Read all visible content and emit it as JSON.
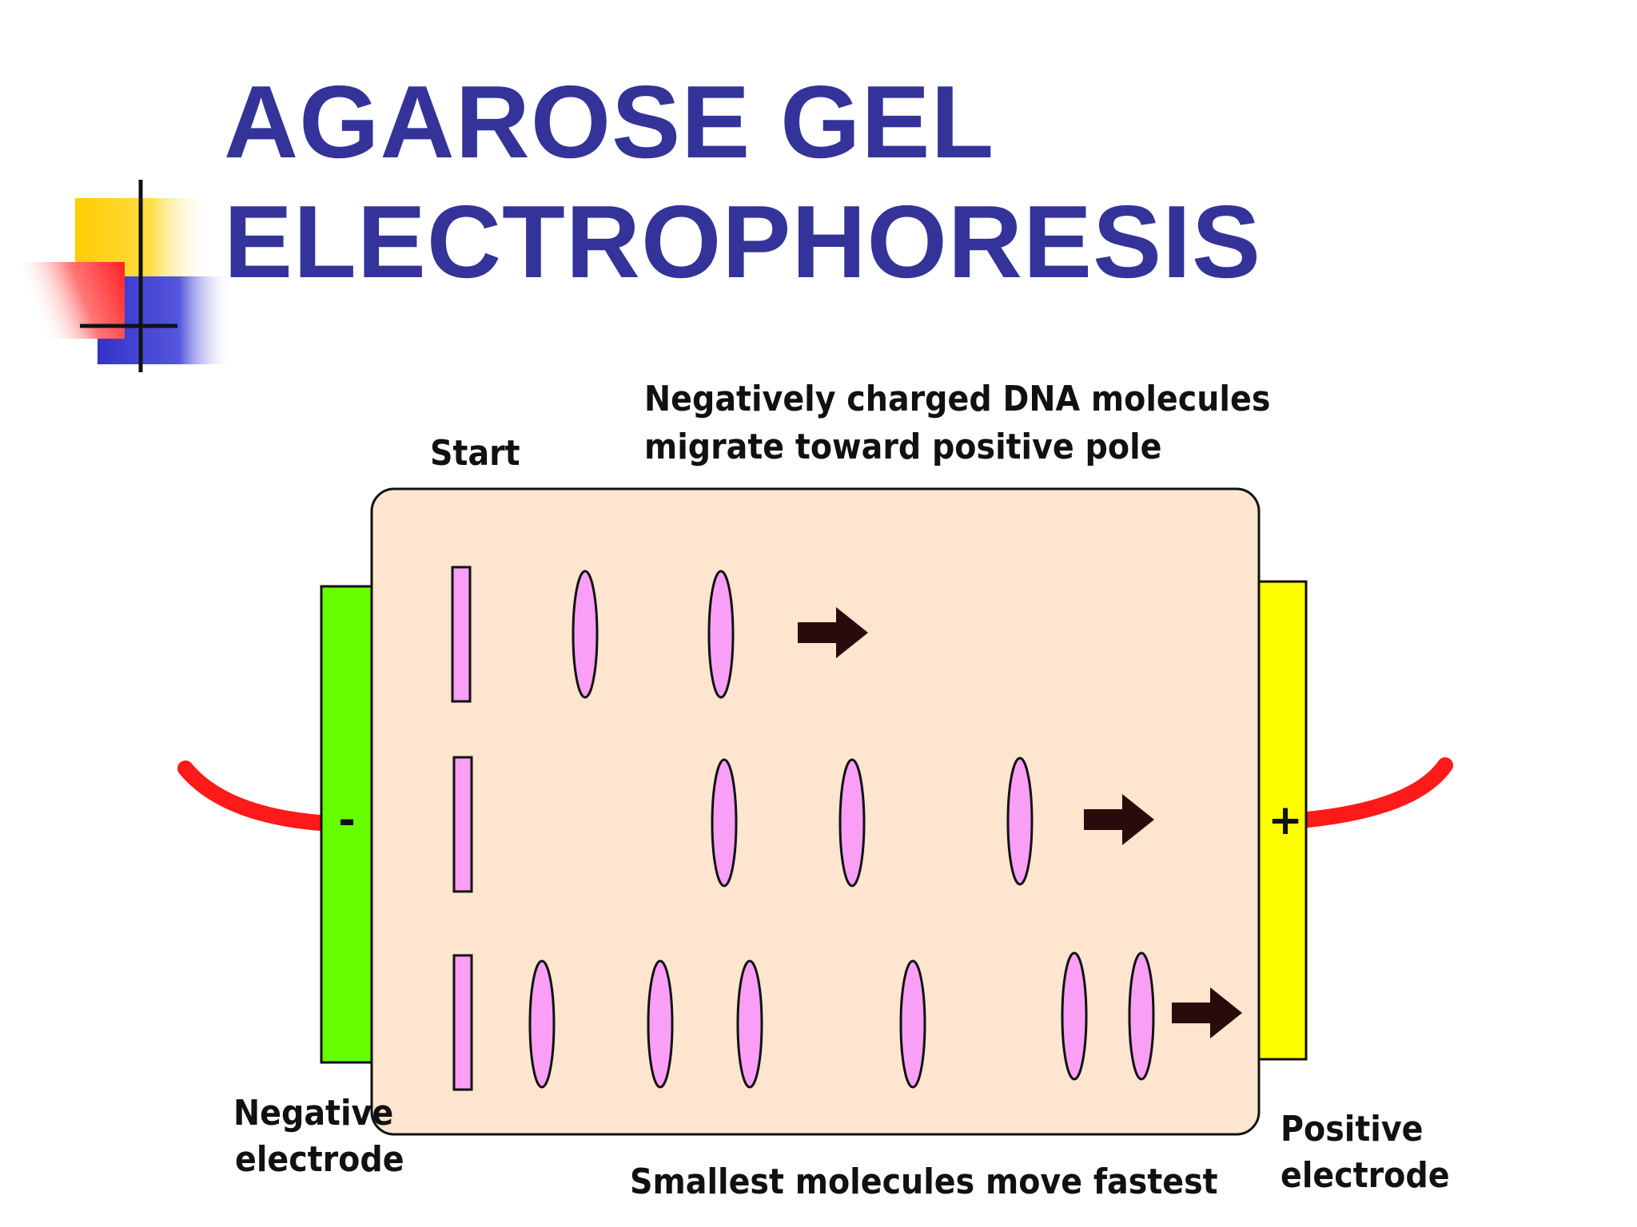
{
  "slide": {
    "title_line1": "AGAROSE GEL",
    "title_line2": "ELECTROPHORESIS"
  },
  "diagram": {
    "start_label": "Start",
    "migration_line1": "Negatively charged DNA molecules",
    "migration_line2": "migrate toward positive pole",
    "bottom_caption": "Smallest molecules move fastest",
    "negative_sign": "-",
    "positive_sign": "+",
    "negative_label_line1": "Negative",
    "negative_label_line2": "electrode",
    "positive_label_line1": "Positive",
    "positive_label_line2": "electrode"
  },
  "colors": {
    "title": "#333399",
    "gel": "#fde5cf",
    "negative_electrode": "#66ff00",
    "positive_electrode": "#ffff00",
    "band": "#f9a0f6",
    "arrow": "#2a0a0a",
    "wire": "#ff1a1a",
    "deco_yellow": "#ffcc00",
    "deco_red": "#ff3333",
    "deco_blue": "#3333cc"
  },
  "icons": {
    "direction_arrow": "right-arrow-icon",
    "corner_decoration": "overlapping-squares-decoration"
  }
}
